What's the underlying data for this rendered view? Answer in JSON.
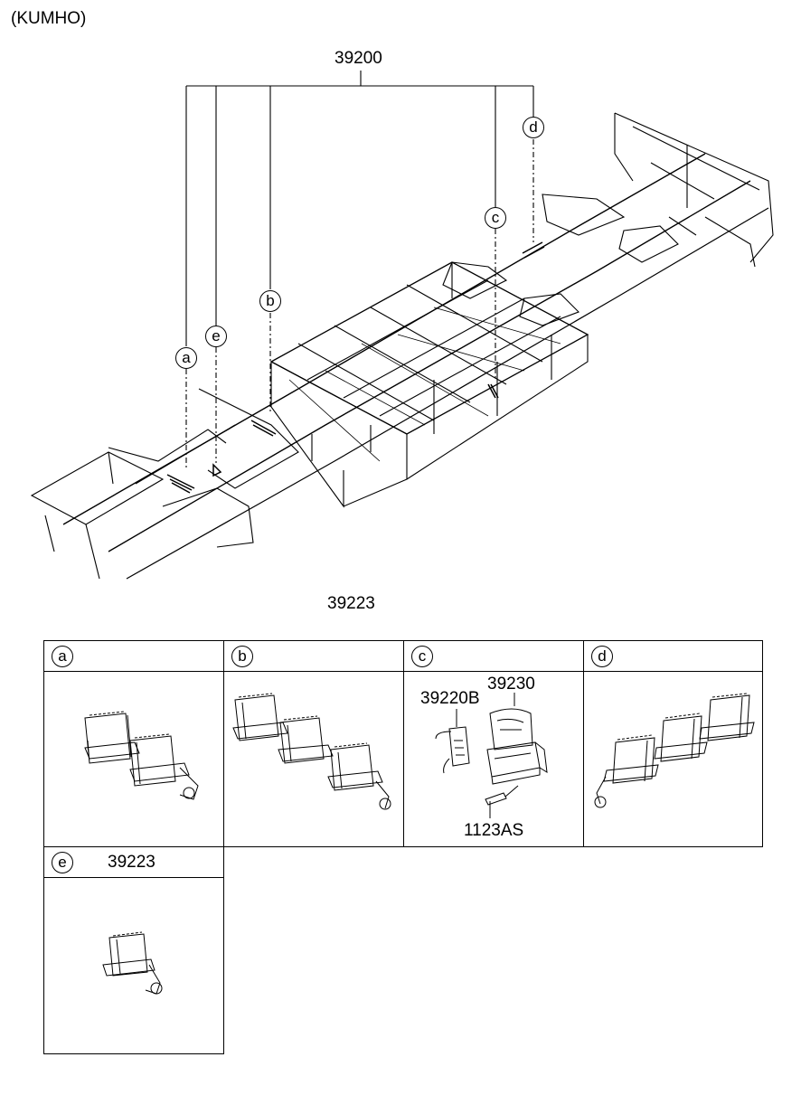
{
  "header": {
    "variant": "(KUMHO)"
  },
  "diagram": {
    "assembly_label": "39200",
    "bottom_label": "39223",
    "callouts": [
      "a",
      "e",
      "b",
      "c",
      "d"
    ]
  },
  "detail_cells": [
    {
      "letter": "a",
      "parts": []
    },
    {
      "letter": "b",
      "parts": []
    },
    {
      "letter": "c",
      "parts": [
        "39220B",
        "39230",
        "1123AS"
      ]
    },
    {
      "letter": "d",
      "parts": []
    },
    {
      "letter": "e",
      "parts": [
        "39223"
      ]
    }
  ]
}
